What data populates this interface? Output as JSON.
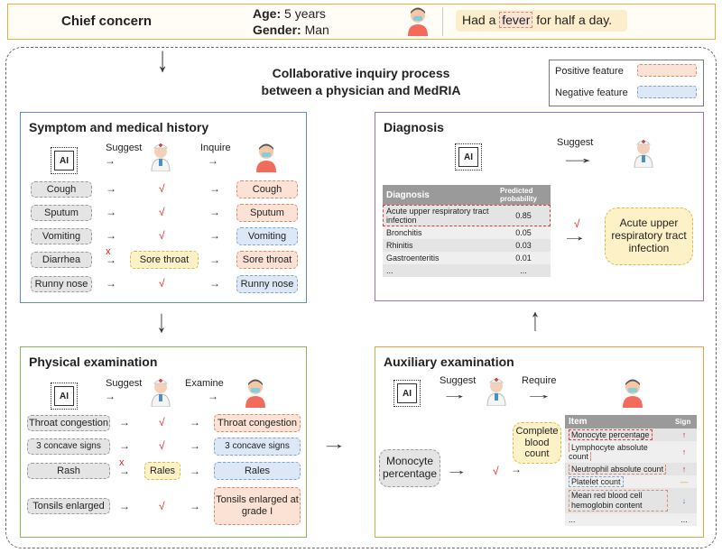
{
  "chief": {
    "label": "Chief concern",
    "age_key": "Age:",
    "age_val": "5 years",
    "gender_key": "Gender:",
    "gender_val": "Man",
    "text_before": "Had a",
    "fever": "fever",
    "text_after": "for half a day."
  },
  "process_title": [
    "Collaborative inquiry process",
    "between a physician and MedRIA"
  ],
  "legend": {
    "positive": "Positive feature",
    "negative": "Negative feature"
  },
  "ai_label": "AI",
  "symptom": {
    "title": "Symptom and medical history",
    "suggest": "Suggest",
    "inquire": "Inquire",
    "rows": [
      {
        "left": "Cough",
        "mid": "√",
        "right": "Cough"
      },
      {
        "left": "Sputum",
        "mid": "√",
        "right": "Sputum"
      },
      {
        "left": "Vomiting",
        "mid": "√",
        "right": "Vomiting"
      },
      {
        "left": "Diarrhea",
        "mid": "Sore throat",
        "right": "Sore throat",
        "x": "x"
      },
      {
        "left": "Runny nose",
        "mid": "√",
        "right": "Runny nose"
      }
    ]
  },
  "physical": {
    "title": "Physical examination",
    "suggest": "Suggest",
    "examine": "Examine",
    "rows": [
      {
        "left": "Throat congestion",
        "mid": "√",
        "right": "Throat congestion"
      },
      {
        "left": "3 concave signs",
        "mid": "√",
        "right": "3 concave signs"
      },
      {
        "left": "Rash",
        "mid": "Rales",
        "right": "Rales",
        "x": "x"
      },
      {
        "left": "Tonsils enlarged",
        "mid": "√",
        "right": "Tonsils enlarged at grade I"
      }
    ]
  },
  "diagnosis": {
    "title": "Diagnosis",
    "suggest": "Suggest",
    "col1": "Diagnosis",
    "col2": "Predicted probability",
    "rows": [
      {
        "name": "Acute upper respiratory tract infection",
        "p": "0.85"
      },
      {
        "name": "Bronchitis",
        "p": "0.05"
      },
      {
        "name": "Rhinitis",
        "p": "0.03"
      },
      {
        "name": "Gastroenteritis",
        "p": "0.01"
      },
      {
        "name": "...",
        "p": "..."
      }
    ],
    "check": "√",
    "result": "Acute upper respiratory tract infection"
  },
  "auxiliary": {
    "title": "Auxiliary examination",
    "suggest": "Suggest",
    "require": "Require",
    "input": "Monocyte percentage",
    "check": "√",
    "test": "Complete blood count",
    "col1": "Item",
    "col2": "Sign",
    "rows": [
      {
        "name": "Monocyte percentage",
        "sign": "↑"
      },
      {
        "name": "Lymphocyte absolute count",
        "sign": "↑"
      },
      {
        "name": "Neutrophil absolute count",
        "sign": "↑"
      },
      {
        "name": "Platelet count",
        "sign": "—"
      },
      {
        "name": "Mean red blood cell hemoglobin content",
        "sign": "↓"
      },
      {
        "name": "...",
        "sign": "..."
      }
    ]
  },
  "colors": {
    "symptom": "#5b8fc9",
    "physical": "#8ab55a",
    "diagnosis": "#9a6fc2",
    "auxiliary": "#f0a040",
    "top": "#e0b040"
  }
}
